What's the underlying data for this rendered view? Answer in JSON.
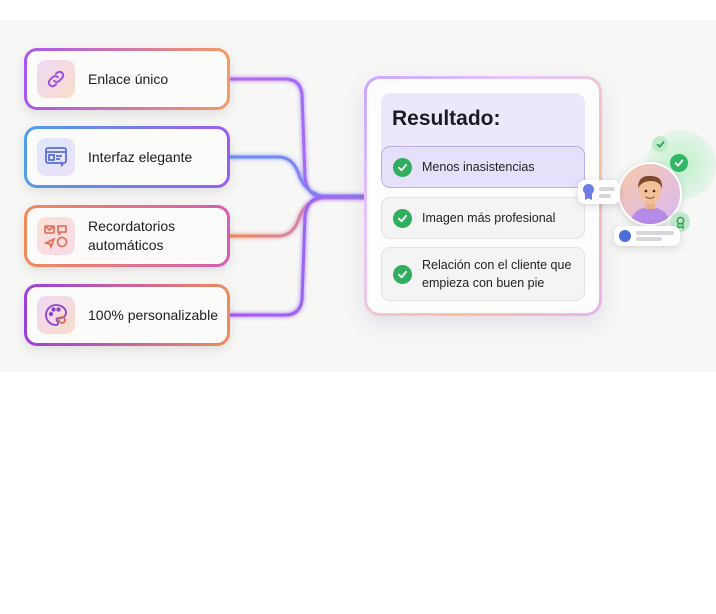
{
  "features": [
    {
      "label": "Enlace único",
      "icon": "link-icon"
    },
    {
      "label": "Interfaz elegante",
      "icon": "interface-icon"
    },
    {
      "label": "Recordatorios automáticos",
      "icon": "reminders-icon"
    },
    {
      "label": "100% personalizable",
      "icon": "palette-icon"
    }
  ],
  "result": {
    "title": "Resultado:",
    "items": [
      {
        "label": "Menos inasistencias"
      },
      {
        "label": "Imagen más profesional"
      },
      {
        "label": "Relación con el cliente que empieza con buen pie"
      }
    ]
  },
  "colors": {
    "check_green": "#2fae5d",
    "highlight_bg": "#e6e1fb",
    "result_head_bg": "#ece8fb"
  }
}
